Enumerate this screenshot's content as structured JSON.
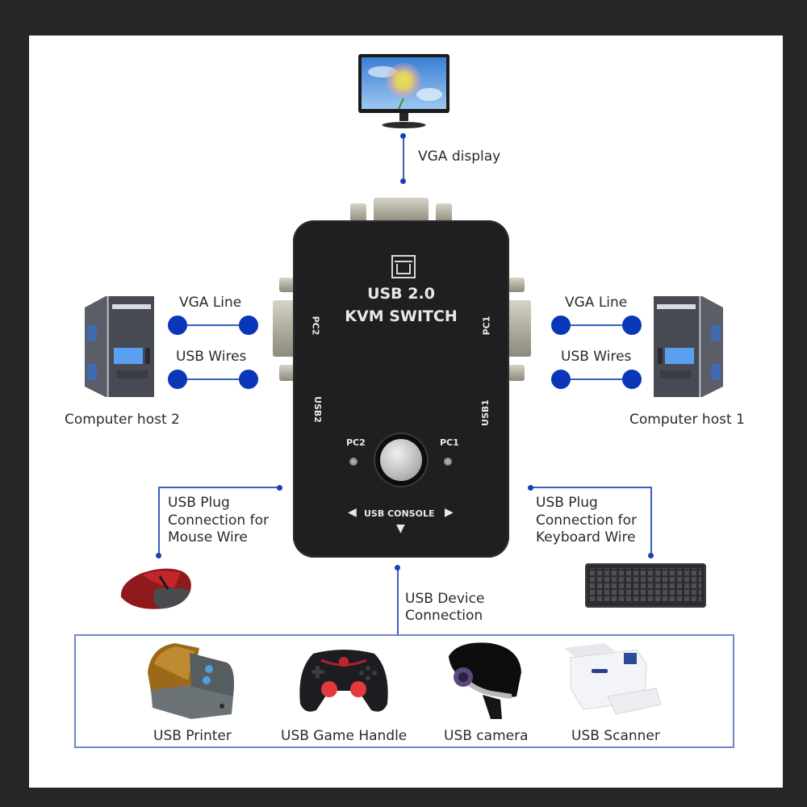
{
  "diagram": {
    "title": "USB 2.0 KVM Switch connection diagram",
    "device": {
      "label_line1": "USB 2.0",
      "label_line2": "KVM SWITCH",
      "side_left_vga": "PC2",
      "side_right_vga": "PC1",
      "side_left_usb": "USB2",
      "side_right_usb": "USB1",
      "led_left": "PC2",
      "led_right": "PC1",
      "console_label": "USB CONSOLE",
      "arrow_left": "◀",
      "arrow_right": "▶",
      "arrow_down": "▼"
    },
    "display": {
      "icon": "monitor-icon",
      "label": "VGA display"
    },
    "left_host": {
      "icon": "computer-tower-icon",
      "label": "Computer host 2",
      "vga_line": "VGA Line",
      "usb_wires": "USB Wires"
    },
    "right_host": {
      "icon": "computer-tower-icon",
      "label": "Computer host 1",
      "vga_line": "VGA Line",
      "usb_wires": "USB Wires"
    },
    "mouse": {
      "icon": "mouse-icon",
      "label_line1": "USB Plug",
      "label_line2": "Connection for",
      "label_line3": "Mouse Wire"
    },
    "keyboard": {
      "icon": "keyboard-icon",
      "label_line1": "USB Plug",
      "label_line2": "Connection for",
      "label_line3": "Keyboard Wire"
    },
    "usb_devices": {
      "label_line1": "USB Device",
      "label_line2": "Connection",
      "items": [
        {
          "icon": "printer-icon",
          "label": "USB Printer"
        },
        {
          "icon": "gamepad-icon",
          "label": "USB Game Handle"
        },
        {
          "icon": "webcam-icon",
          "label": "USB camera"
        },
        {
          "icon": "scanner-icon",
          "label": "USB Scanner"
        }
      ]
    },
    "colors": {
      "line": "#3a5fc4",
      "dot": "#0a36b8",
      "device_body": "#1f1f21",
      "frame": "#262626"
    }
  }
}
